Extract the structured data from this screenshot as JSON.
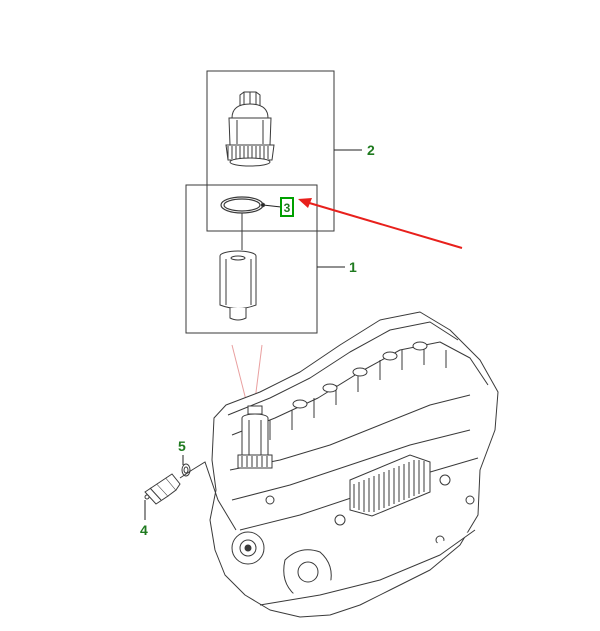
{
  "colors": {
    "callout": "#1f7a1f",
    "highlight_box": "#00a000",
    "arrow": "#e8201c",
    "line_art": "#3a3a3a",
    "leader": "#222222",
    "projection_lines": "#e9a0a0"
  },
  "callouts": {
    "c1": "1",
    "c2": "2",
    "c3": "3",
    "c4": "4",
    "c5": "5"
  },
  "icons": {
    "pointer": "red-arrow-icon"
  }
}
